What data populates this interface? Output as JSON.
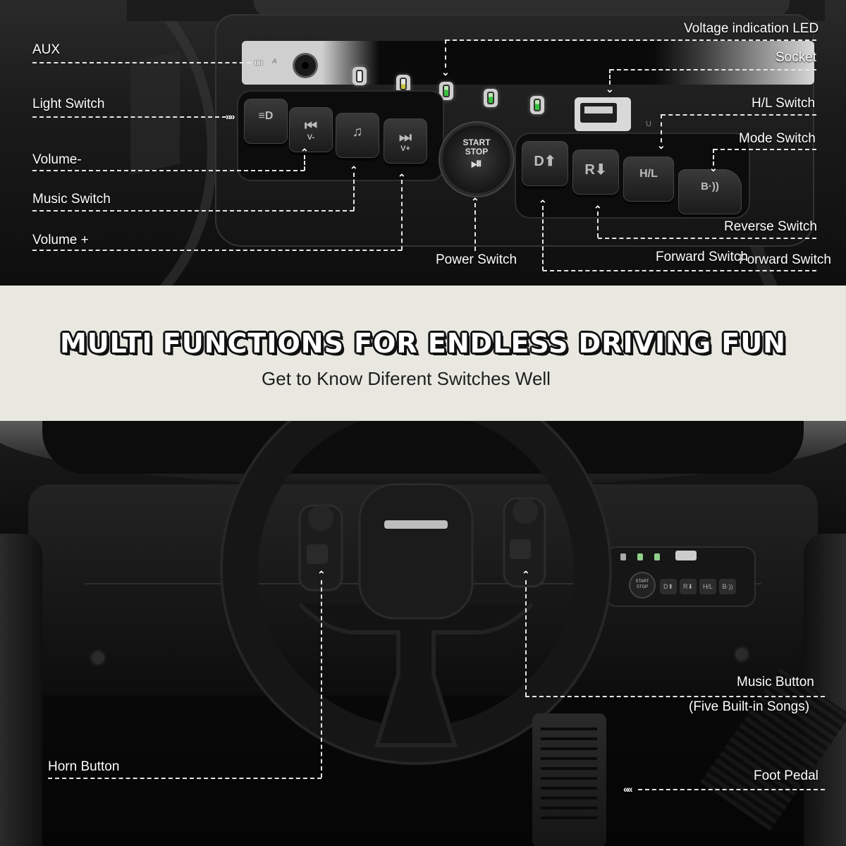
{
  "top_panel": {
    "labels": {
      "aux": "AUX",
      "light_switch": "Light Switch",
      "volume_minus": "Volume-",
      "music_switch": "Music Switch",
      "volume_plus": "Volume +",
      "power_switch": "Power Switch",
      "voltage_led": "Voltage indication LED",
      "socket": "Socket",
      "hl_switch": "H/L Switch",
      "mode_switch": "Mode Switch",
      "reverse_switch": "Reverse Switch",
      "forward_switch": "Forward Switch",
      "forward_switch_overlap": "Forward Switch"
    },
    "panel_marks": {
      "aux_letter": "A",
      "usb_letter": "U",
      "start": "START",
      "stop": "STOP",
      "play_pause": "⏯",
      "vol_minus_icon": "⏮",
      "vol_minus_text": "V-",
      "music_icon": "♫",
      "vol_plus_icon": "⏭",
      "vol_plus_text": "V+",
      "forward_text": "D⬆",
      "reverse_text": "R⬇",
      "hl_text": "H/L",
      "mode_text": "B·))",
      "light_icon": "≡D"
    }
  },
  "band": {
    "headline": "MULTI FUNCTIONS FOR ENDLESS DRIVING FUN",
    "subhead": "Get to Know Diferent Switches Well"
  },
  "bottom_panel": {
    "labels": {
      "horn_button": "Horn Button",
      "music_button": "Music Button",
      "music_button_note": "(Five Built-in Songs)",
      "foot_pedal": "Foot Pedal"
    },
    "mini_console": {
      "start": "START",
      "stop": "STOP",
      "d": "D⬆",
      "r": "R⬇",
      "hl": "H/L",
      "b": "B·))"
    }
  },
  "colors": {
    "band_bg": "#e8e8e1",
    "annotation": "#ffffff",
    "led_green": "#39c23f"
  }
}
